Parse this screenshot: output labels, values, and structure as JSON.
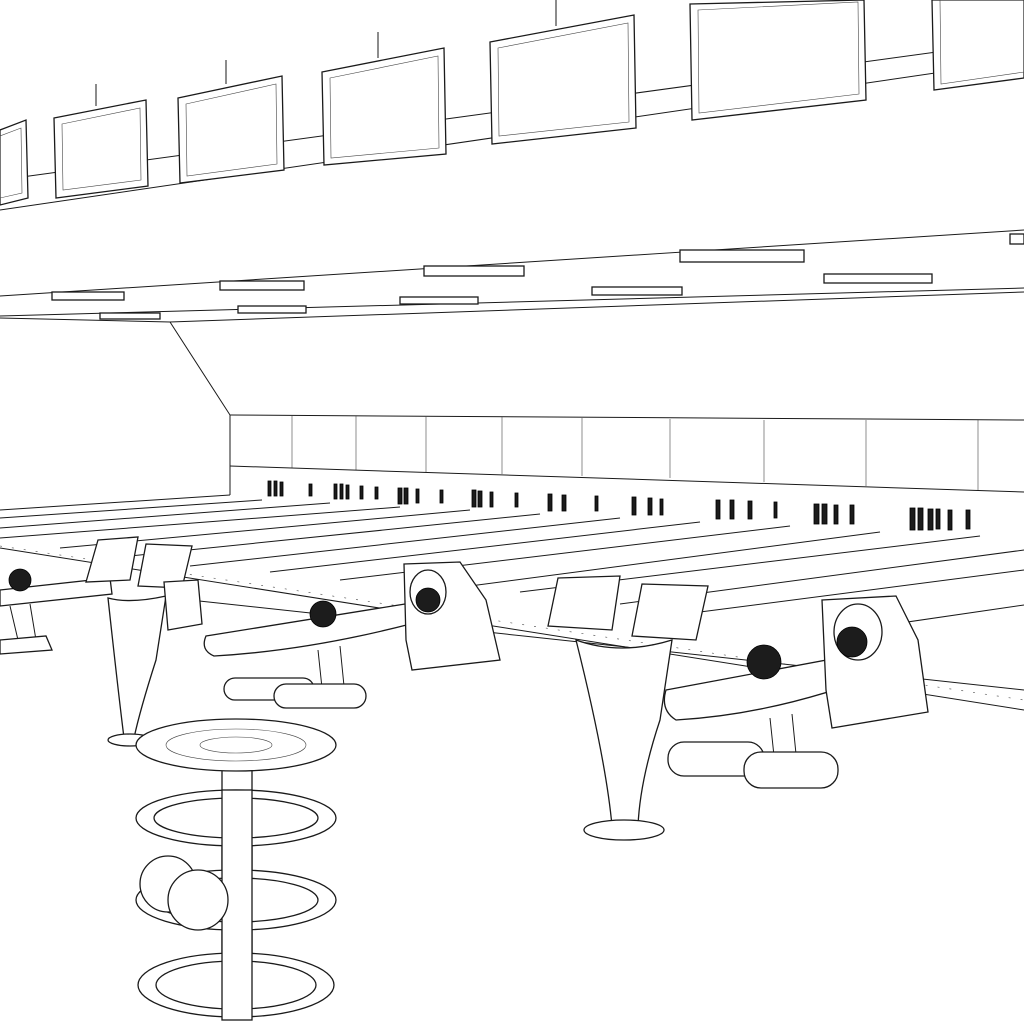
{
  "scene": {
    "subject": "bowling-alley-wireframe",
    "monitor_count": 7,
    "lane_count": 8,
    "ceiling_light_count": 10,
    "ball_return_count": 3,
    "ball_rack_count": 1,
    "colors": {
      "background": "#ffffff",
      "line": "#1a1a1a",
      "ball": "#1c1c1c"
    }
  }
}
